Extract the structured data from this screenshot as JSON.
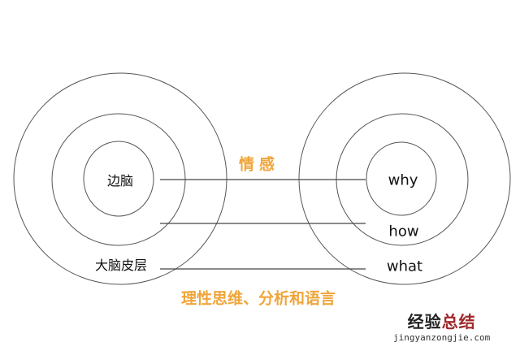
{
  "left_diagram": {
    "inner_label": "边脑",
    "outer_label": "大脑皮层"
  },
  "right_diagram": {
    "inner_label": "why",
    "middle_label": "how",
    "outer_label": "what"
  },
  "emotion_label": "情感",
  "reason_label": "理性思维、分析和语言",
  "watermark": {
    "title_dark": "经验",
    "title_red": "总结",
    "url": "jingyanzongjie.com"
  },
  "colors": {
    "accent": "#f0a53a",
    "line": "#444444"
  }
}
